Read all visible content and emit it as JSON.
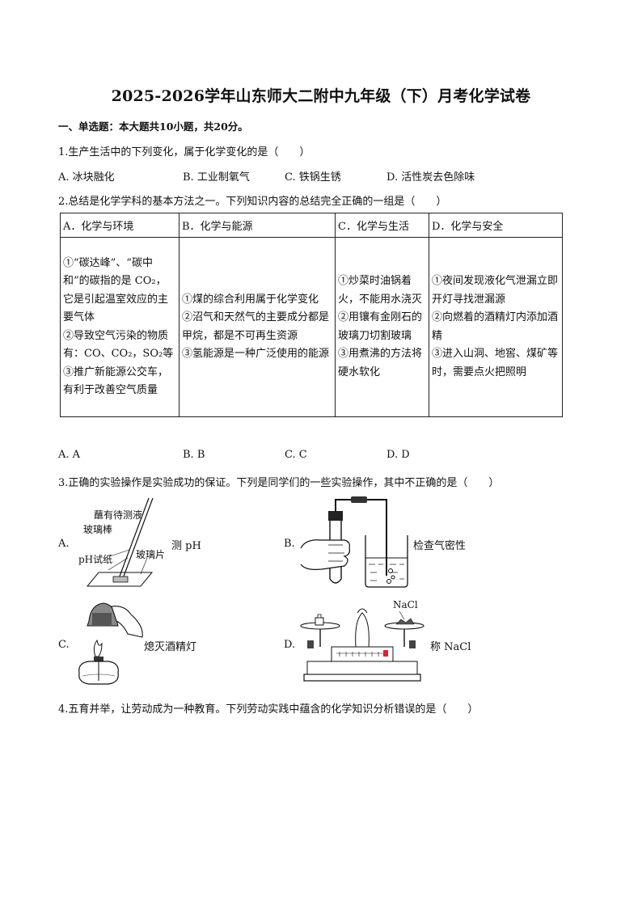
{
  "title": "2025-2026学年山东师大二附中九年级（下）月考化学试卷",
  "section1": "一、单选题：本大题共10小题，共20分。",
  "q1": {
    "stem": "1.生产生活中的下列变化，属于化学变化的是（　　）",
    "options": [
      "A. 冰块融化",
      "B. 工业制氧气",
      "C. 铁锅生锈",
      "D. 活性炭去色除味"
    ]
  },
  "q2": {
    "stem": "2.总结是化学学科的基本方法之一。下列知识内容的总结完全正确的一组是（　　）",
    "headers": [
      "A．化学与环境",
      "B．化学与能源",
      "C．化学与生活",
      "D．化学与安全"
    ],
    "cells": [
      [
        "①“碳达峰”、“碳中和”的碳指的是 CO₂，它是引起温室效应的主要气体",
        "②导致空气污染的物质有：CO、CO₂，SO₂等",
        "③推广新能源公交车，有利于改善空气质量"
      ],
      [
        "①煤的综合利用属于化学变化",
        "②沼气和天然气的主要成分都是甲烷，都是不可再生资源",
        "③氢能源是一种广泛使用的能源"
      ],
      [
        "①炒菜时油锅着火，不能用水浇灭",
        "②用镶有金刚石的玻璃刀切割玻璃",
        "③用煮沸的方法将硬水软化"
      ],
      [
        "①夜间发现液化气泄漏立即开灯寻找泄漏源",
        "②向燃着的酒精灯内添加酒精",
        "③进入山洞、地窖、煤矿等时，需要点火把照明"
      ]
    ],
    "options": [
      "A. A",
      "B. B",
      "C. C",
      "D. D"
    ]
  },
  "q3": {
    "stem": "3.正确的实验操作是实验成功的保证。下列是同学们的一些实验操作，其中不正确的是（　　）",
    "a": {
      "letter": "A.",
      "caption": "测 pH",
      "label_dip": "蘸有待测液",
      "label_rod": "玻璃棒",
      "label_paper": "pH试纸",
      "label_glass": "玻璃片"
    },
    "b": {
      "letter": "B.",
      "caption": "检查气密性"
    },
    "c": {
      "letter": "C.",
      "caption": "熄灭酒精灯"
    },
    "d": {
      "letter": "D.",
      "caption": "称 NaCl",
      "label_nacl": "NaCl"
    }
  },
  "q4": {
    "stem": "4.五育并举，让劳动成为一种教育。下列劳动实践中蕴含的化学知识分析错误的是（　　）"
  }
}
